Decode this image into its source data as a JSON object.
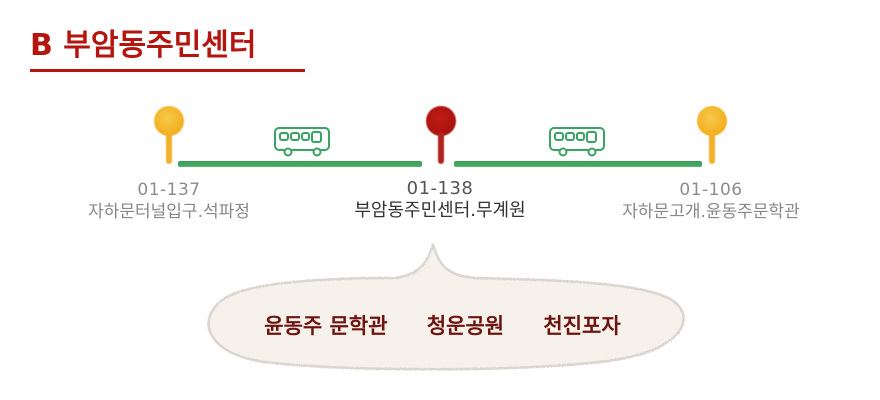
{
  "header": {
    "title": "B 부암동주민센터"
  },
  "colors": {
    "title": "#b5150f",
    "route_line": "#2e9c4f",
    "pin_inactive": "#f4b427",
    "pin_current": "#b0130e",
    "bus_outline": "#3aa263",
    "bubble_fill": "#f6f1ea",
    "bubble_text": "#6e1410"
  },
  "route": {
    "stops": [
      {
        "code": "01-137",
        "name": "자하문터널입구.석파정",
        "pin": "pin_inactive",
        "current": false
      },
      {
        "code": "01-138",
        "name": "부암동주민센터.무계원",
        "pin": "pin_current",
        "current": true
      },
      {
        "code": "01-106",
        "name": "자하문고개.윤동주문학관",
        "pin": "pin_inactive",
        "current": false
      }
    ],
    "segments": [
      {
        "icon": "bus-icon"
      },
      {
        "icon": "bus-icon"
      }
    ]
  },
  "nearby": {
    "places": [
      "윤동주 문학관",
      "청운공원",
      "천진포자"
    ]
  }
}
